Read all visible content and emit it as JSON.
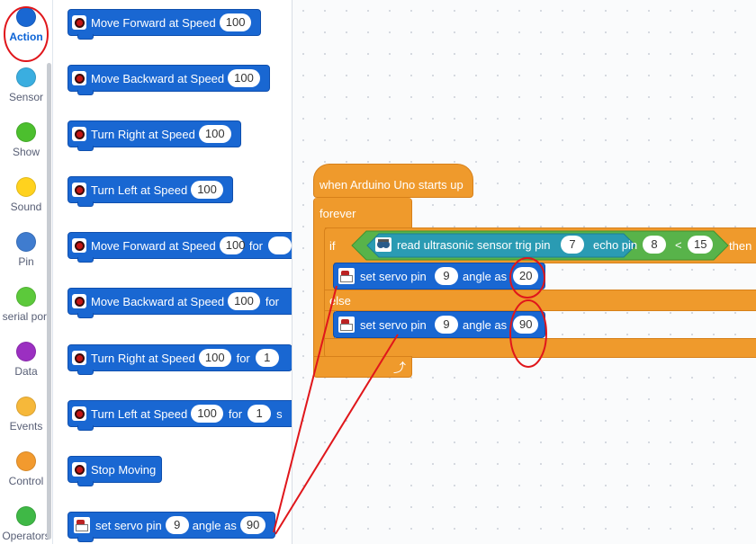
{
  "sidebar": {
    "categories": [
      {
        "label": "Action",
        "color": "#1967d2",
        "selected": true
      },
      {
        "label": "Sensor",
        "color": "#3aaee0"
      },
      {
        "label": "Show",
        "color": "#4cbf2e"
      },
      {
        "label": "Sound",
        "color": "#ffd21e"
      },
      {
        "label": "Pin",
        "color": "#3f7ccf"
      },
      {
        "label": "serial port",
        "color": "#5cc93b"
      },
      {
        "label": "Data",
        "color": "#9b2fc1"
      },
      {
        "label": "Events",
        "color": "#f6b83a"
      },
      {
        "label": "Control",
        "color": "#f29a2e"
      },
      {
        "label": "Operators",
        "color": "#3fb846"
      }
    ]
  },
  "palette": {
    "blocks": [
      {
        "text": "Move Forward at Speed",
        "value": "100"
      },
      {
        "text": "Move Backward at Speed",
        "value": "100"
      },
      {
        "text": "Turn Right at Speed",
        "value": "100"
      },
      {
        "text": "Turn Left at Speed",
        "value": "100"
      },
      {
        "text": "Move Forward at Speed",
        "value": "100",
        "for": "for"
      },
      {
        "text": "Move Backward at Speed",
        "value": "100",
        "for": "for"
      },
      {
        "text": "Turn Right at Speed",
        "value": "100",
        "for": "for",
        "for_value": "1"
      },
      {
        "text": "Turn Left at Speed",
        "value": "100",
        "for": "for",
        "for_value": "1",
        "tail": "s"
      },
      {
        "text": "Stop Moving"
      },
      {
        "text": "set servo pin",
        "pin": "9",
        "angle_label": "angle as",
        "angle": "90"
      }
    ]
  },
  "workspace": {
    "hat_label": "when Arduino Uno starts up",
    "forever_label": "forever",
    "if_label": "if",
    "then_label": "then",
    "else_label": "else",
    "sensor_label": "read ultrasonic sensor trig pin",
    "trig_pin": "7",
    "echo_label": "echo pin",
    "echo_pin": "8",
    "operator": "<",
    "compare_value": "15",
    "servo1": {
      "label": "set servo pin",
      "pin": "9",
      "angle_label": "angle as",
      "angle": "20"
    },
    "servo2": {
      "label": "set servo pin",
      "pin": "9",
      "angle_label": "angle as",
      "angle": "90"
    },
    "loop_arrow": "⤴"
  },
  "colors": {
    "action_blue": "#1967d2",
    "control_orange": "#ef9a2c",
    "operator_green": "#58b34a",
    "annotation_red": "#e0161b"
  }
}
